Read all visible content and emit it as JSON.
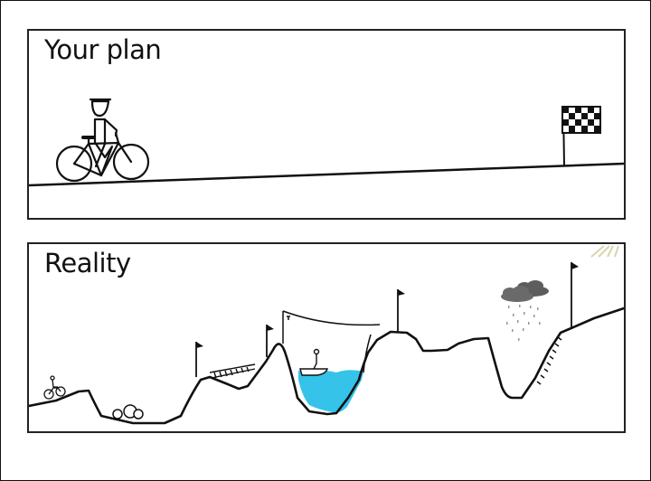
{
  "comic": {
    "panels": [
      {
        "title": "Your plan",
        "scene": "Stick figure on a bicycle riding up a gentle straight slope toward a checkered finish flag",
        "elements": [
          "bicycle-rider",
          "straight-slope",
          "checkered-flag"
        ]
      },
      {
        "title": "Reality",
        "scene": "Tiny stick cyclist facing a rugged landscape of hills, a rock-filled valley, a rope bridge, a zipline, a lake with a boat, rain clouds, a ladder up a cliff and multiple checkpoint flags",
        "elements": [
          "tiny-cyclist",
          "rocks",
          "flag-1",
          "rope-bridge",
          "flag-2",
          "zipline",
          "boat-person",
          "lake",
          "flag-3",
          "rain-cloud",
          "ladder-cliff",
          "flag-4",
          "sun-rays"
        ]
      }
    ],
    "colors": {
      "line": "#111111",
      "water": "#35c3ea",
      "cloud": "#5d5d5d",
      "rain": "#8a9aa5",
      "sun": "#d8d4b0"
    }
  }
}
